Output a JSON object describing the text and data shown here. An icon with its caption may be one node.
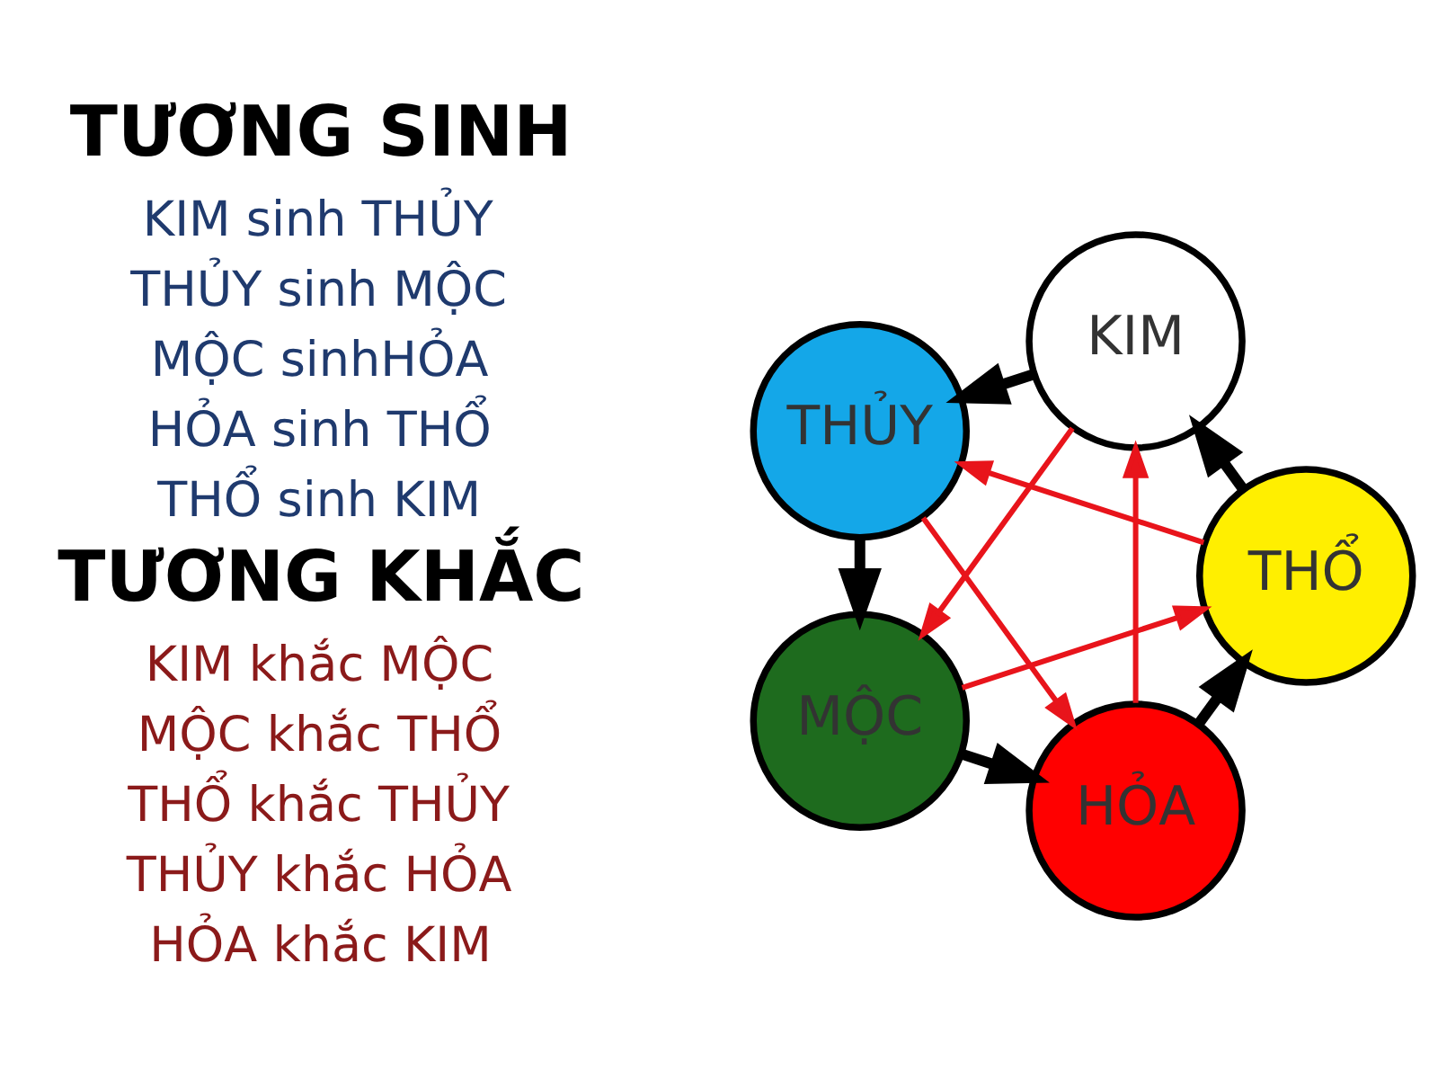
{
  "diagram": {
    "nodes": [
      {
        "text": [
          "THỔ"
        ]
      },
      {
        "text": [
          "HỎA"
        ]
      },
      {
        "text": [
          "KIM"
        ]
      },
      {
        "text": [
          "MỘC"
        ]
      },
      {
        "text": [
          "THỦY"
        ]
      }
    ],
    "edges": [
      {
        "from": 0,
        "to": 2,
        "arrow": "to",
        "style": "thick",
        "color": "#000000"
      },
      {
        "from": 2,
        "to": 4,
        "arrow": "to",
        "style": "thick",
        "color": "#000000"
      },
      {
        "from": 4,
        "to": 3,
        "arrow": "to",
        "style": "thick",
        "color": "#000000"
      },
      {
        "from": 3,
        "to": 1,
        "arrow": "to",
        "style": "thick",
        "color": "#000000"
      },
      {
        "from": 1,
        "to": 0,
        "arrow": "to",
        "style": "thick",
        "color": "#000000"
      },
      {
        "from": 1,
        "to": 2,
        "arrow": "to",
        "color": "#e8141b"
      },
      {
        "from": 0,
        "to": 4,
        "arrow": "to",
        "color": "#e8141b"
      },
      {
        "from": 2,
        "to": 3,
        "arrow": "to",
        "color": "#e8141b"
      },
      {
        "from": 3,
        "to": 0,
        "arrow": "to",
        "color": "#e8141b"
      },
      {
        "from": 4,
        "to": 1,
        "arrow": "to",
        "color": "#e8141b"
      }
    ],
    "labels": [
      "TƯƠNG SINH",
      "KIM sinh THỦY",
      "THỦY sinh MỘC",
      "MỘC sinhHỎA",
      "HỎA sinh THỔ",
      "THỔ sinh KIM",
      "TƯƠNG KHẮC",
      "KIM khắc MỘC",
      "MỘC khắc THỔ",
      "THỔ khắc THỦY",
      "THỦY khắc HỎA",
      "HỎA khắc KIM"
    ]
  }
}
